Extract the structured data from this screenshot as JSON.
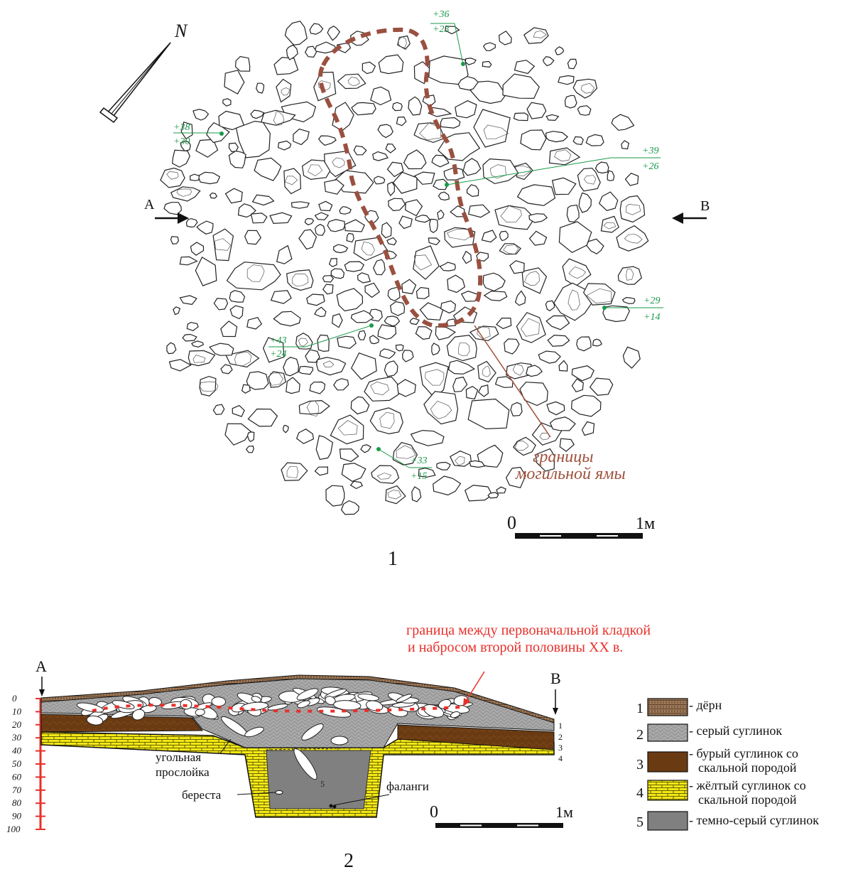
{
  "plan": {
    "north_label": "N",
    "left_arrow_label": "A",
    "right_arrow_label": "B",
    "figure_number": "1",
    "pit_label_line1": "границы",
    "pit_label_line2": "могильной ямы",
    "scale_start": "0",
    "scale_end": "1м",
    "elevations": [
      {
        "top": "+36",
        "bottom": "+23"
      },
      {
        "top": "+38",
        "bottom": "+30"
      },
      {
        "top": "+39",
        "bottom": "+26"
      },
      {
        "top": "+29",
        "bottom": "+14"
      },
      {
        "top": "+43",
        "bottom": "+24"
      },
      {
        "top": "+33",
        "bottom": "+15"
      }
    ]
  },
  "section": {
    "figure_number": "2",
    "left_label": "A",
    "right_label": "B",
    "annotation_line1": "граница между первоначальной кладкой",
    "annotation_line2": "и набросом второй половины XX в.",
    "coal_label_line1": "угольная",
    "coal_label_line2": "прослойка",
    "birch_bark_label": "береста",
    "phalanges_label": "фаланги",
    "pit_layer_number": "5",
    "scale_start": "0",
    "scale_end": "1м",
    "depth_ticks": [
      "0",
      "10",
      "20",
      "30",
      "40",
      "50",
      "60",
      "70",
      "80",
      "90",
      "100"
    ],
    "right_layer_numbers": [
      "1",
      "2",
      "3",
      "4"
    ]
  },
  "legend": [
    {
      "number": "1",
      "text": "- дёрн"
    },
    {
      "number": "2",
      "text": "- серый суглинок"
    },
    {
      "number": "3",
      "text_line1": "- бурый суглинок со",
      "text_line2": "скальной породой"
    },
    {
      "number": "4",
      "text_line1": "- жёлтый суглинок со",
      "text_line2": "скальной породой"
    },
    {
      "number": "5",
      "text": "- темно-серый суглинок"
    }
  ],
  "colors": {
    "pit_boundary": "#9a5040",
    "elevation_marks": "#1a9a4a",
    "annotation_red": "#e8302a",
    "turf": "#9b7654",
    "grey_loam": "#a8a8a8",
    "brown_loam": "#6a3a12",
    "yellow_loam": "#f4e816",
    "dark_grey_loam": "#808080"
  }
}
